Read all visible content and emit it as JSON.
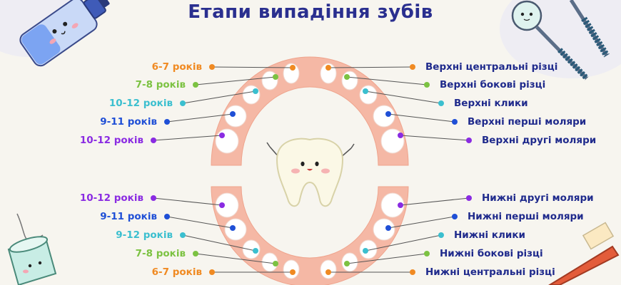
{
  "title": "Етапи випадіння зубів",
  "colors": {
    "orange": "#f08a22",
    "green": "#7cc242",
    "cyan": "#3bbfcf",
    "blue": "#1f4fd6",
    "purple": "#8a2be2",
    "gum": "#f5b8a5",
    "label_text": "#1f2a8c"
  },
  "upper": {
    "ages": [
      "6-7 років",
      "7-8 років",
      "10-12 років",
      "9-11 років",
      "10-12 років"
    ],
    "teeth": [
      "Верхні центральні різці",
      "Верхні бокові різці",
      "Верхні клики",
      "Верхні перші моляри",
      "Верхні другі моляри"
    ]
  },
  "lower": {
    "ages": [
      "10-12 років",
      "9-11 років",
      "9-12 років",
      "7-8 років",
      "6-7 років"
    ],
    "teeth": [
      "Нижні другі моляри",
      "Нижні перші моляри",
      "Нижні клики",
      "Нижні бокові різці",
      "Нижні центральні різці"
    ]
  },
  "icons": [
    "toothpaste-icon",
    "dental-mirror-icon",
    "dental-probe-icon",
    "floss-icon",
    "toothbrush-icon",
    "tooth-mascot-icon"
  ]
}
